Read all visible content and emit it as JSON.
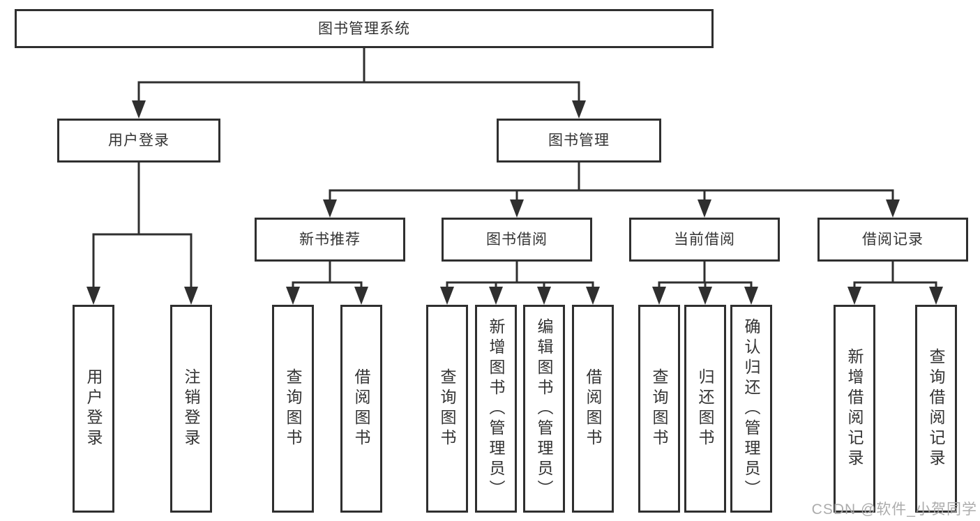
{
  "diagram": {
    "root": "图书管理系统",
    "level2": {
      "user_login": "用户登录",
      "book_mgmt": "图书管理"
    },
    "level3": {
      "new_book_rec": "新书推荐",
      "book_borrow": "图书借阅",
      "current_borrow": "当前借阅",
      "borrow_records": "借阅记录"
    },
    "leaves": {
      "user_login": [
        "用户登录",
        "注销登录"
      ],
      "new_book_rec": [
        "查询图书",
        "借阅图书"
      ],
      "book_borrow": [
        "查询图书",
        "新增图书（管理员）",
        "编辑图书（管理员）",
        "借阅图书"
      ],
      "current_borrow": [
        "查询图书",
        "归还图书",
        "确认归还（管理员）"
      ],
      "borrow_records": [
        "新增借阅记录",
        "查询借阅记录"
      ]
    }
  },
  "watermark": "CSDN @软件_小贺同学",
  "colors": {
    "line": "#2f2f2f",
    "text": "#333333",
    "watermark": "#a8a8a8",
    "background": "#ffffff"
  }
}
